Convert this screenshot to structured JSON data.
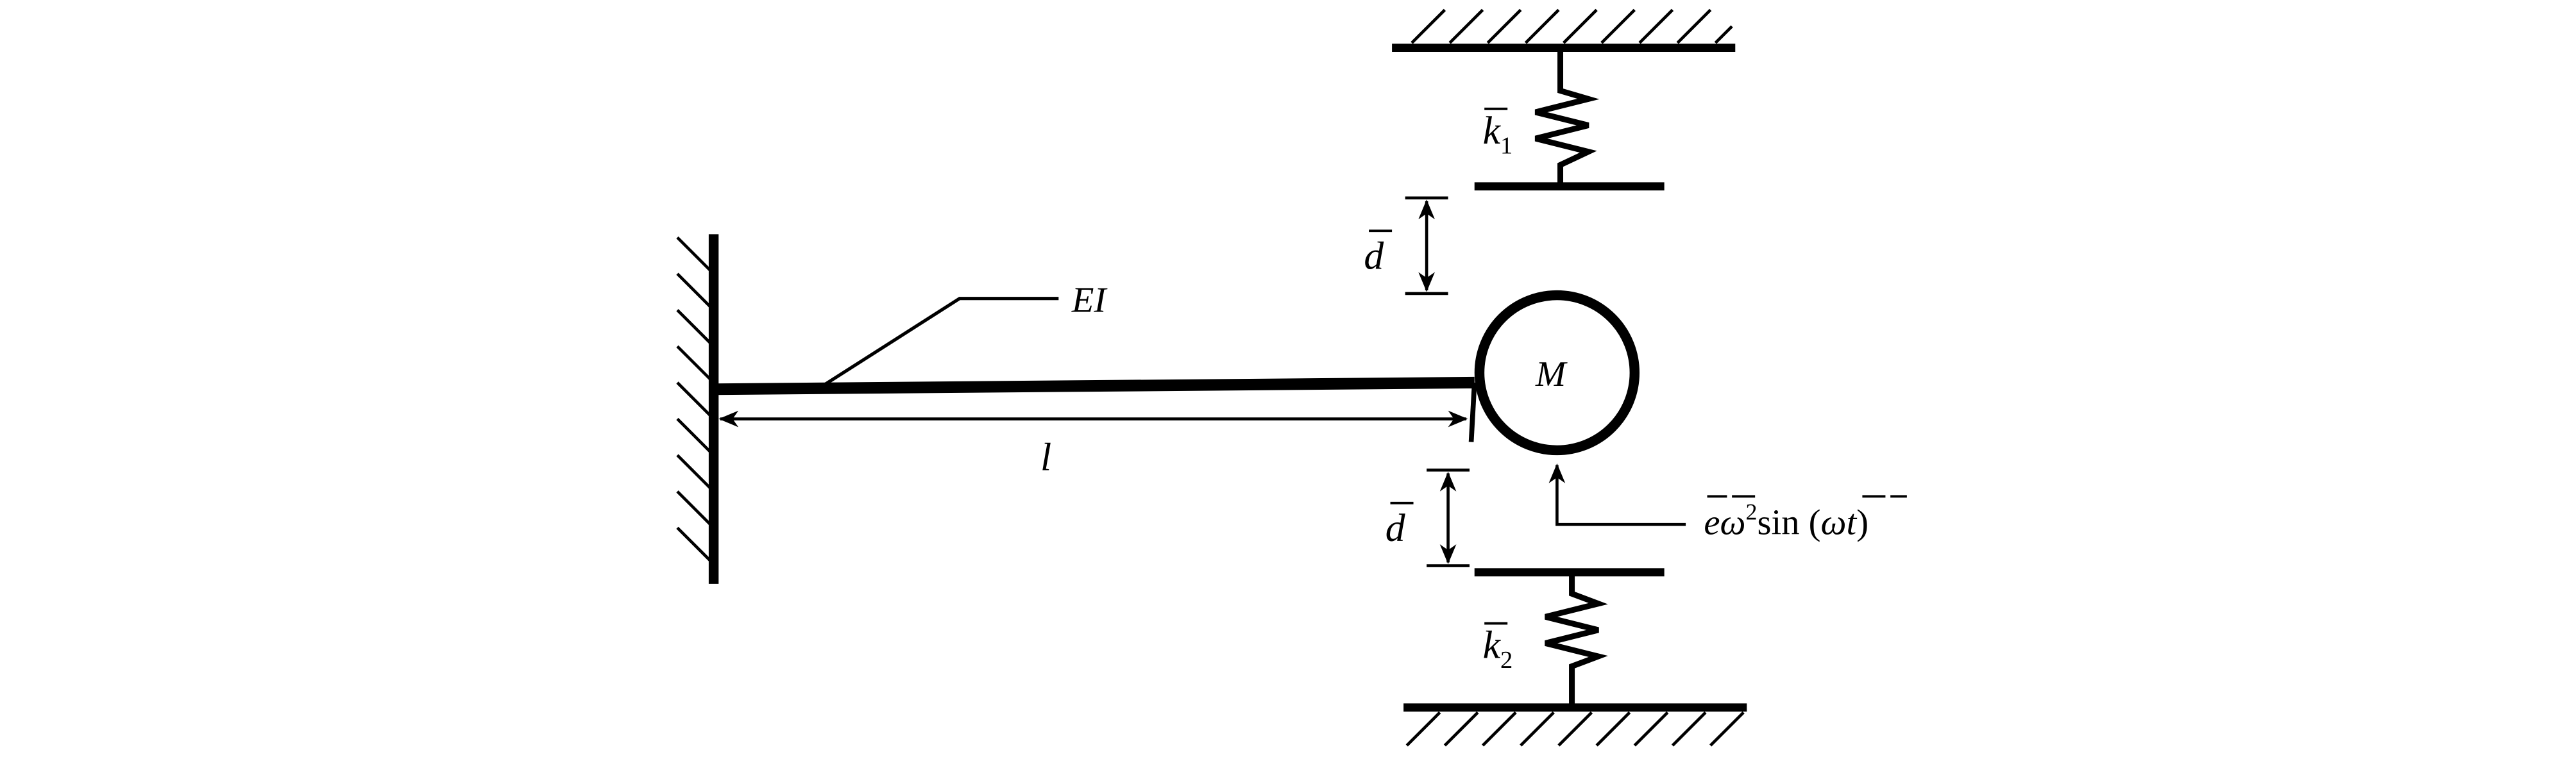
{
  "labels": {
    "beam_stiffness": "EI",
    "length": "l",
    "mass": "M",
    "gap_upper": "d",
    "gap_lower": "d",
    "spring_upper_symbol": "k",
    "spring_upper_index": "1",
    "spring_lower_symbol": "k",
    "spring_lower_index": "2",
    "force_e": "e",
    "force_omega": "ω",
    "force_exponent": "2",
    "force_sin": "sin (",
    "force_omega_arg": "ω",
    "force_t": "t",
    "force_close": ")"
  }
}
